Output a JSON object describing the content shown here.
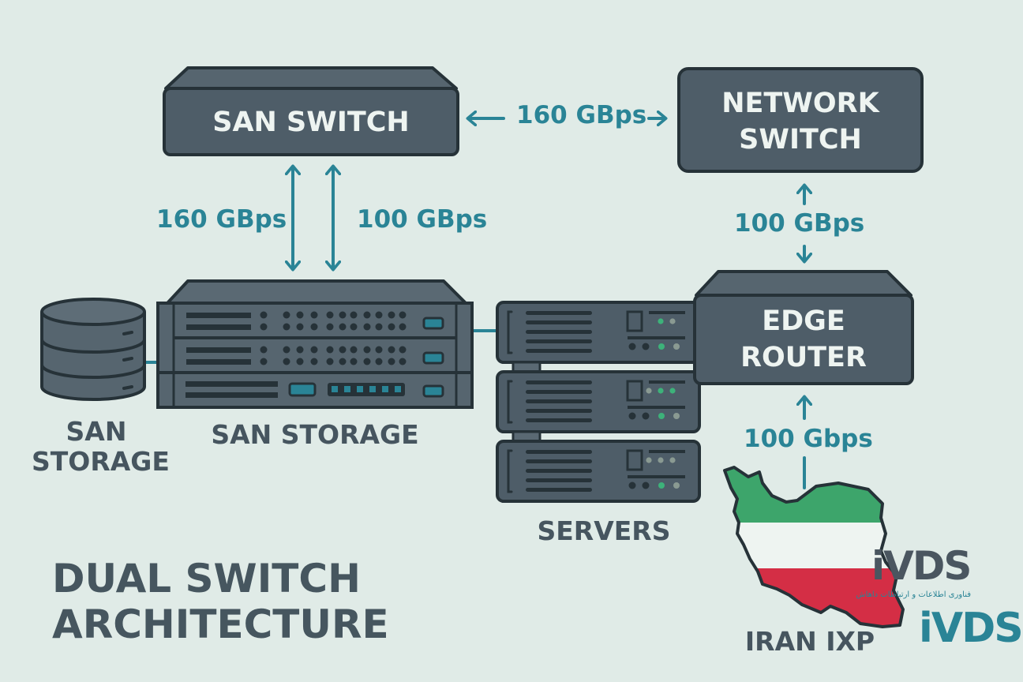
{
  "diagram": {
    "title_lines": [
      "DUAL SWITCH",
      "ARCHITECTURE"
    ],
    "nodes": {
      "san_switch": {
        "label": "SAN SWITCH"
      },
      "network_switch": {
        "label_lines": [
          "NETWORK",
          "SWITCH"
        ]
      },
      "edge_router": {
        "label_lines": [
          "EDGE",
          "ROUTER"
        ]
      },
      "san_storage_disk": {
        "caption_lines": [
          "SAN",
          "STORAGE"
        ]
      },
      "san_storage_array": {
        "caption": "SAN STORAGE"
      },
      "servers": {
        "caption": "SERVERS",
        "count": 3
      },
      "iran_ixp": {
        "caption": "IRAN IXP"
      }
    },
    "links": [
      {
        "from": "san_switch",
        "to": "network_switch",
        "label": "160 GBps",
        "direction": "bidirectional"
      },
      {
        "from": "san_switch",
        "to": "san_storage_array",
        "label": "160 GBps",
        "direction": "bidirectional"
      },
      {
        "from": "san_switch",
        "to": "san_storage_array",
        "label": "100 GBps",
        "direction": "bidirectional"
      },
      {
        "from": "network_switch",
        "to": "edge_router",
        "label": "100 GBps",
        "direction": "bidirectional"
      },
      {
        "from": "iran_ixp",
        "to": "edge_router",
        "label": "100 Gbps",
        "direction": "up"
      }
    ],
    "flag_colors": {
      "green": "#3da56b",
      "white": "#eef4f1",
      "red": "#d42e45"
    }
  },
  "branding": {
    "logo_text": "iVDS",
    "logo_tagline": "فناوری اطلاعات و ارتباطات داهاش",
    "accent": "#2a8496"
  },
  "colors": {
    "background": "#e0ebe7",
    "device_fill": "#4e5d68",
    "device_stroke": "#263238",
    "link": "#2a8496",
    "led_green": "#3db27a"
  }
}
